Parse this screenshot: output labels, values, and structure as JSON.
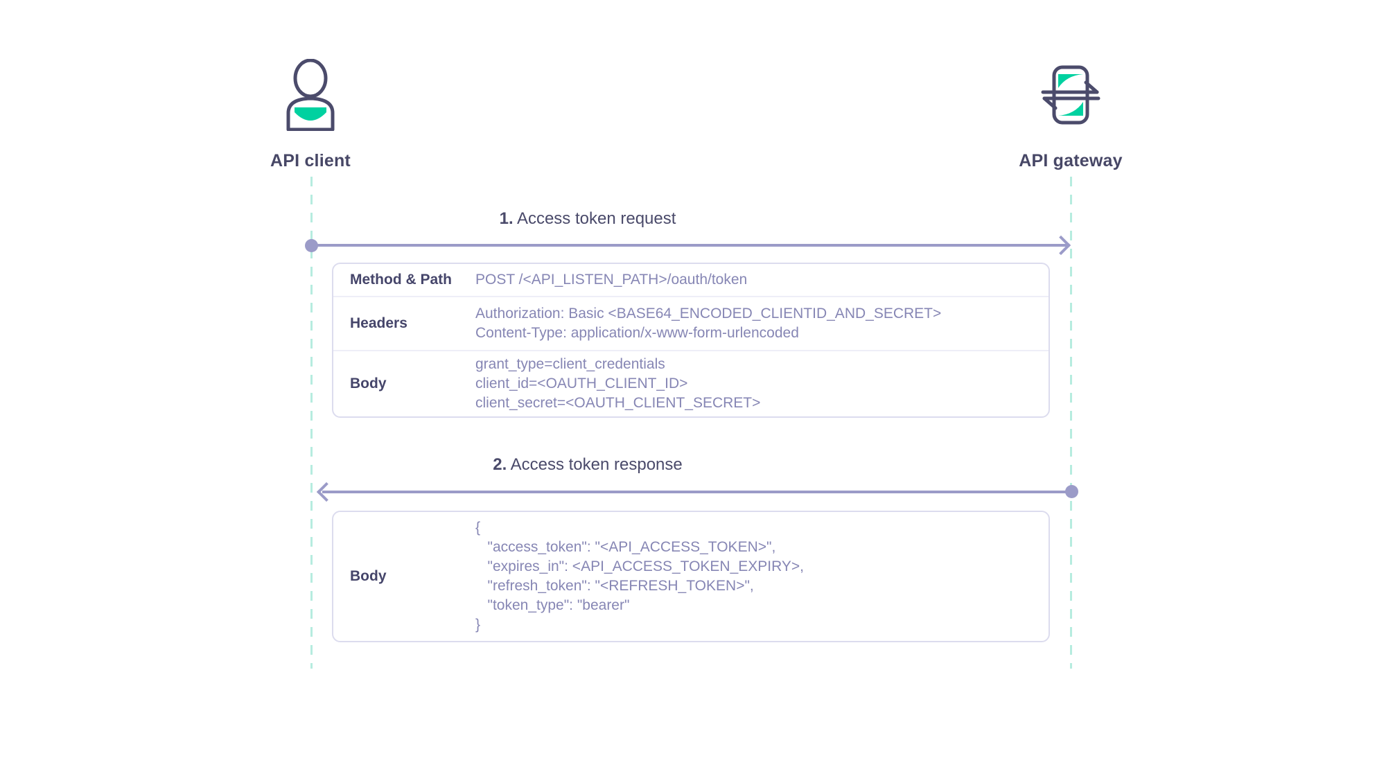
{
  "actors": [
    {
      "id": "api-client",
      "label": "API client",
      "icon": "user-icon"
    },
    {
      "id": "api-gateway",
      "label": "API gateway",
      "icon": "gateway-exchange-icon"
    }
  ],
  "colors": {
    "actor_label": "#474766",
    "lifeline": "#b6ecdf",
    "arrow": "#9b9bc8",
    "box_border": "#dcdcee",
    "row_divider": "#eeeef7",
    "key_text": "#45456a",
    "value_text": "#8686b4",
    "accent_teal": "#00d1a0"
  },
  "messages": [
    {
      "number": "1.",
      "title": "Access token request",
      "direction": "right",
      "from": "api-client",
      "to": "api-gateway",
      "rows": [
        {
          "key": "Method & Path",
          "lines": [
            "POST /<API_LISTEN_PATH>/oauth/token"
          ]
        },
        {
          "key": "Headers",
          "lines": [
            "Authorization: Basic <BASE64_ENCODED_CLIENTID_AND_SECRET>",
            "Content-Type: application/x-www-form-urlencoded"
          ]
        },
        {
          "key": "Body",
          "lines": [
            "grant_type=client_credentials",
            "client_id=<OAUTH_CLIENT_ID>",
            "client_secret=<OAUTH_CLIENT_SECRET>"
          ]
        }
      ]
    },
    {
      "number": "2.",
      "title": "Access token response",
      "direction": "left",
      "from": "api-gateway",
      "to": "api-client",
      "rows": [
        {
          "key": "Body",
          "lines": [
            "{",
            "   \"access_token\": \"<API_ACCESS_TOKEN>\",",
            "   \"expires_in\": <API_ACCESS_TOKEN_EXPIRY>,",
            "   \"refresh_token\": \"<REFRESH_TOKEN>\",",
            "   \"token_type\": \"bearer\"",
            "}"
          ]
        }
      ]
    }
  ]
}
